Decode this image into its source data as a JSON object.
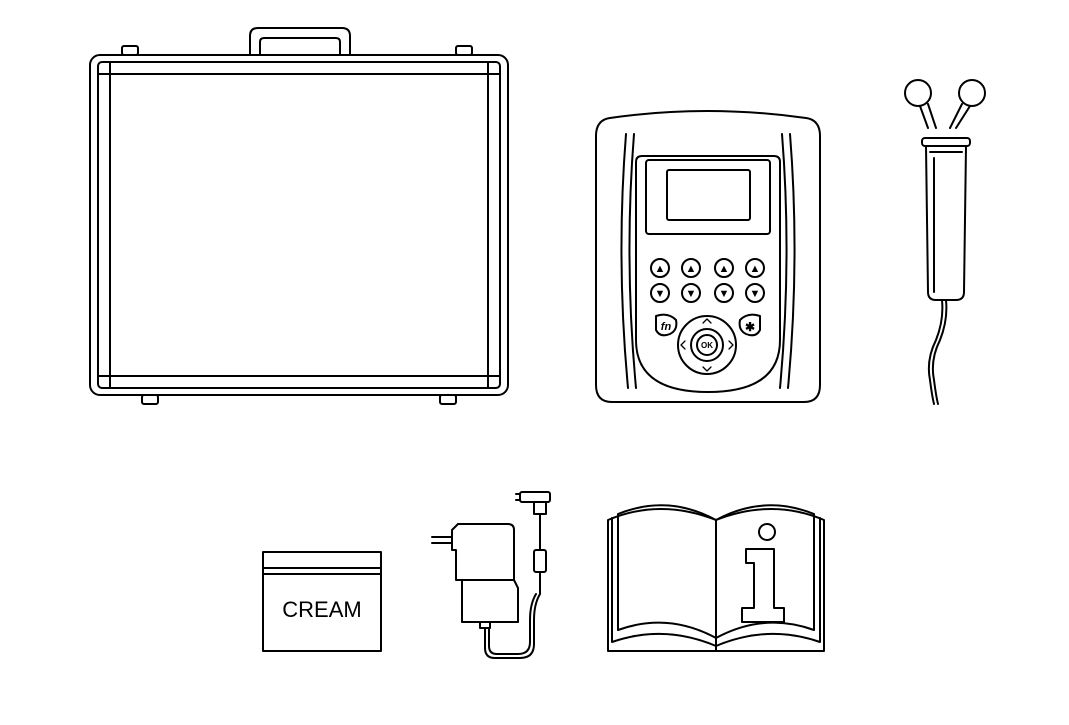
{
  "figure": {
    "background": "#ffffff",
    "line_color": "#000000",
    "items": [
      {
        "id": "carrying-case",
        "icon": "briefcase-icon"
      },
      {
        "id": "stimulator-device",
        "icon": "device-icon"
      },
      {
        "id": "probe",
        "icon": "probe-icon"
      },
      {
        "id": "cream-jar",
        "icon": "cream-jar-icon"
      },
      {
        "id": "power-adapter",
        "icon": "power-adapter-icon"
      },
      {
        "id": "manual",
        "icon": "info-book-icon"
      }
    ]
  },
  "device": {
    "fn_key": "fn",
    "star_key": "✱",
    "ok_key": "OK",
    "up_glyph": "▲",
    "down_glyph": "▼"
  },
  "cream": {
    "label": "CREAM"
  },
  "manual": {
    "glyph": "i"
  }
}
